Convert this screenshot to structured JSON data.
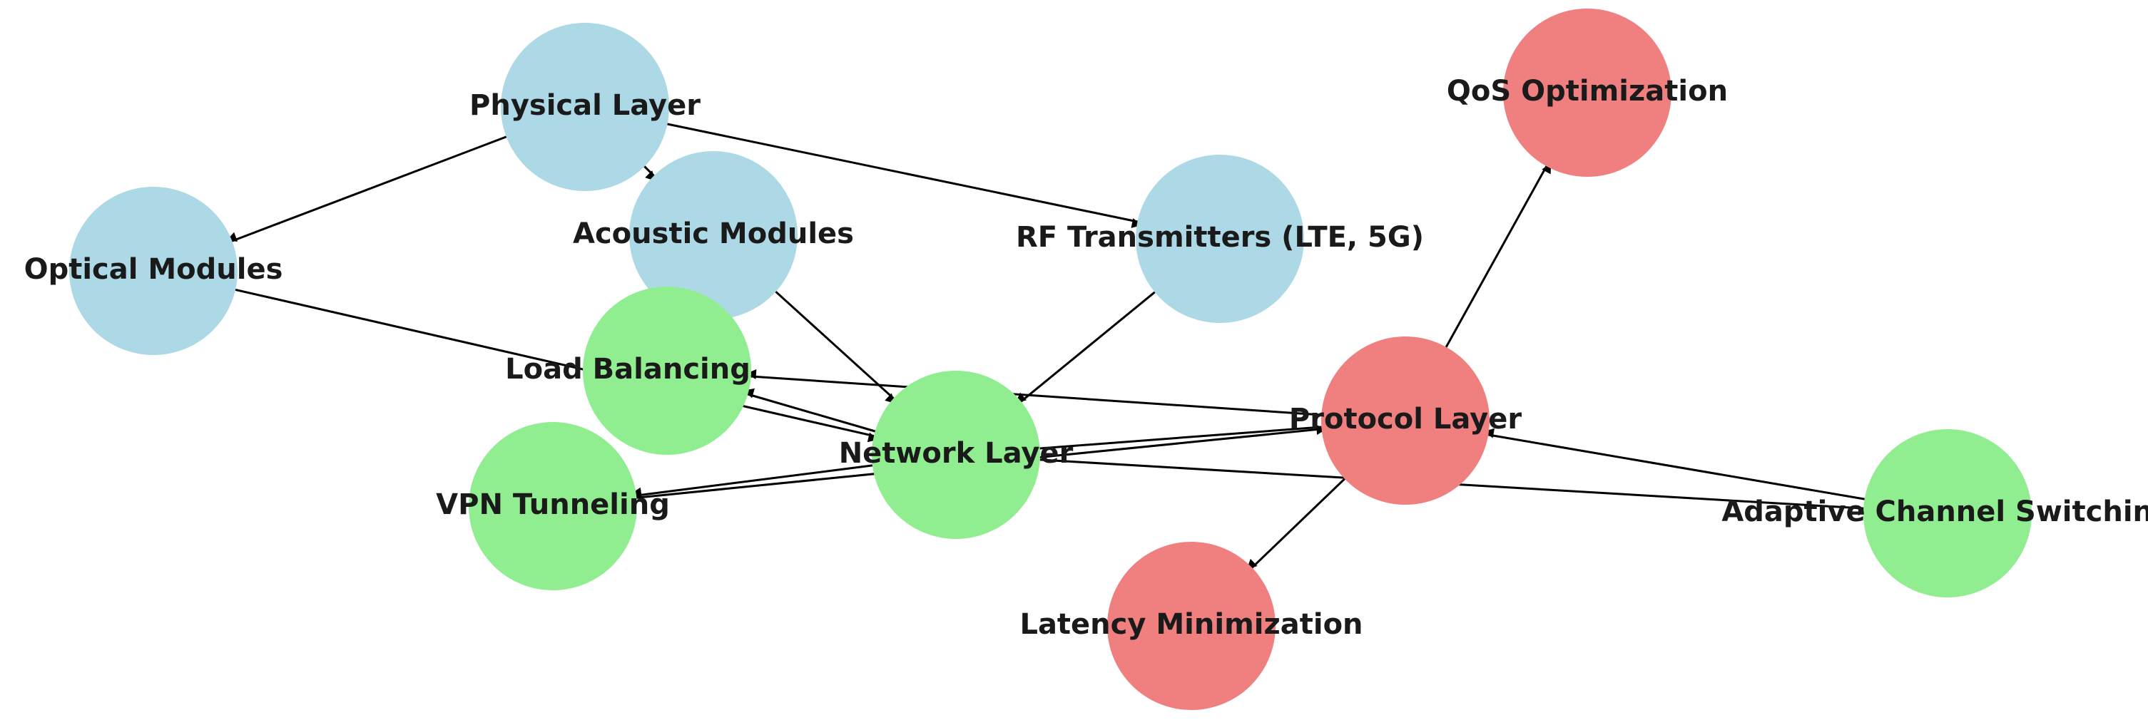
{
  "colors": {
    "physical": "#add8e6",
    "network": "#90ee90",
    "protocol": "#f08080"
  },
  "nodes": [
    {
      "id": "physical_layer",
      "label": "Physical Layer",
      "group": "physical"
    },
    {
      "id": "acoustic_modules",
      "label": "Acoustic Modules",
      "group": "physical"
    },
    {
      "id": "optical_modules",
      "label": "Optical Modules",
      "group": "physical"
    },
    {
      "id": "rf_transmitters",
      "label": "RF Transmitters (LTE, 5G)",
      "group": "physical"
    },
    {
      "id": "load_balancing",
      "label": "Load Balancing",
      "group": "network"
    },
    {
      "id": "vpn_tunneling",
      "label": "VPN Tunneling",
      "group": "network"
    },
    {
      "id": "network_layer",
      "label": "Network Layer",
      "group": "network"
    },
    {
      "id": "adaptive_channel",
      "label": "Adaptive Channel Switching",
      "group": "network"
    },
    {
      "id": "protocol_layer",
      "label": "Protocol Layer",
      "group": "protocol"
    },
    {
      "id": "qos_optimization",
      "label": "QoS Optimization",
      "group": "protocol"
    },
    {
      "id": "latency_minimization",
      "label": "Latency Minimization",
      "group": "protocol"
    }
  ],
  "edges": [
    {
      "from": "physical_layer",
      "to": "optical_modules"
    },
    {
      "from": "physical_layer",
      "to": "acoustic_modules"
    },
    {
      "from": "physical_layer",
      "to": "rf_transmitters"
    },
    {
      "from": "optical_modules",
      "to": "network_layer"
    },
    {
      "from": "acoustic_modules",
      "to": "network_layer"
    },
    {
      "from": "rf_transmitters",
      "to": "network_layer"
    },
    {
      "from": "network_layer",
      "to": "load_balancing"
    },
    {
      "from": "network_layer",
      "to": "vpn_tunneling"
    },
    {
      "from": "network_layer",
      "to": "protocol_layer"
    },
    {
      "from": "network_layer",
      "to": "adaptive_channel"
    },
    {
      "from": "protocol_layer",
      "to": "load_balancing"
    },
    {
      "from": "protocol_layer",
      "to": "vpn_tunneling"
    },
    {
      "from": "protocol_layer",
      "to": "qos_optimization"
    },
    {
      "from": "protocol_layer",
      "to": "latency_minimization"
    },
    {
      "from": "adaptive_channel",
      "to": "protocol_layer"
    }
  ]
}
